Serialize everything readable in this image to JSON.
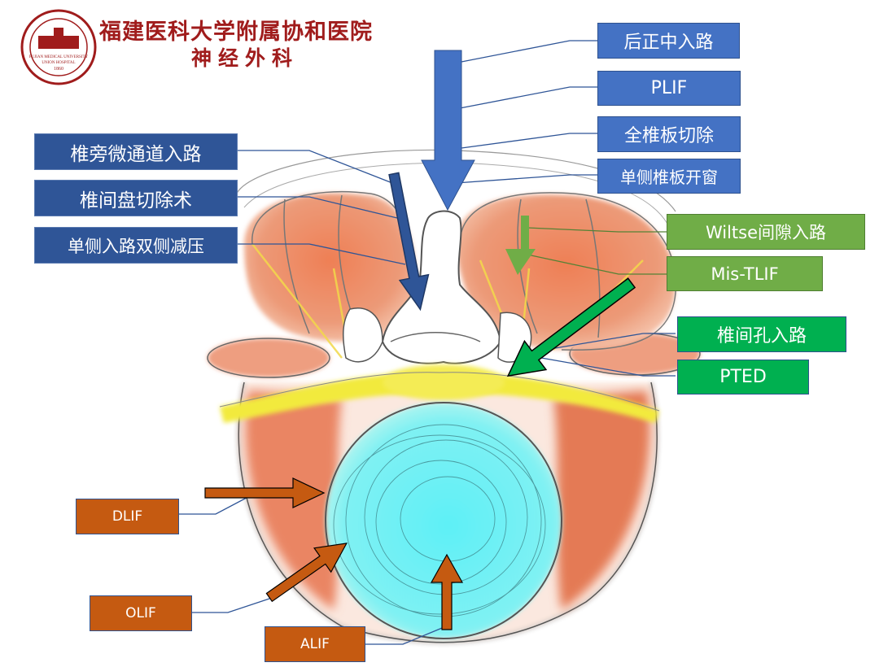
{
  "header": {
    "institution": "福建医科大学附属协和医院",
    "department": "神经外科",
    "seal_text": [
      "FUJIAN MEDICAL UNIVERSITY",
      "UNION HOSPITAL",
      "1860"
    ]
  },
  "colors": {
    "blue_label": "#4472c4",
    "navy_label": "#2f5597",
    "olive_label": "#70ad47",
    "green_label": "#00b050",
    "orange_label": "#c55a11",
    "muscle": "#e8825a",
    "disc": "#6ff0f4",
    "nerve": "#f2e33a",
    "leader_line": "#2f5597",
    "logo": "#a01c1c"
  },
  "labels": {
    "posterior_midline": "后正中入路",
    "plif": "PLIF",
    "total_laminectomy": "全椎板切除",
    "unilateral_fenestration": "单侧椎板开窗",
    "paraspinal_microchannel": "椎旁微通道入路",
    "discectomy": "椎间盘切除术",
    "ulbd": "单侧入路双侧减压",
    "wiltse": "Wiltse间隙入路",
    "mis_tlif": "Mis-TLIF",
    "transforaminal": "椎间孔入路",
    "pted": "PTED",
    "dlif": "DLIF",
    "olif": "OLIF",
    "alif": "ALIF"
  }
}
